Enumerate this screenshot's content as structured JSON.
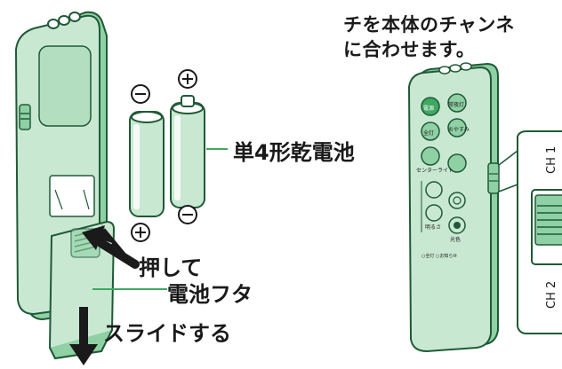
{
  "instruction": {
    "line1": "チを本体のチャンネ",
    "line2": "に合わせます。"
  },
  "labels": {
    "battery_type": "単4形乾電池",
    "press": "押して",
    "battery_cover": "電池フタ",
    "slide": "スライドする"
  },
  "polarity": {
    "plus": "⊕",
    "minus": "⊖"
  },
  "remote_buttons": {
    "power": "電源",
    "night_light": "常夜灯",
    "full_light": "全灯",
    "sleep": "おやすみ",
    "center_light": "センターライト",
    "brightness": "明るさ",
    "light_color": "光色"
  },
  "remote_note": "○全灯\n○お知らせ",
  "channel_switch": {
    "ch1": "CH 1",
    "ch2": "CH 2"
  },
  "colors": {
    "green_light": "#c9e8d2",
    "green_mid": "#8fd0a4",
    "green_dark": "#3fa862",
    "outline": "#1f5a36",
    "text": "#1a1a1a"
  }
}
